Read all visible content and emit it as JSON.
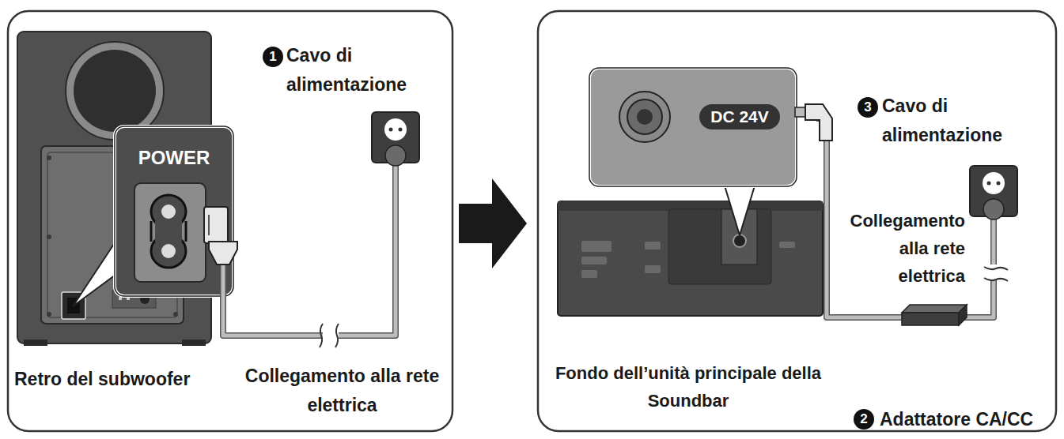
{
  "diagram": {
    "nodes": [
      {
        "text": [
          "POWER"
        ]
      },
      {
        "text": [
          "DC 24V"
        ]
      }
    ],
    "labels": [
      "1",
      "Cavo di alimentazione",
      "Retro del subwoofer",
      "Collegamento alla rete elettrica",
      "3",
      "Cavo di alimentazione",
      "Collegamento alla rete elettrica",
      "Fondo dell’unità principale della Soundbar",
      "2",
      "Adattatore CA/CC"
    ]
  }
}
